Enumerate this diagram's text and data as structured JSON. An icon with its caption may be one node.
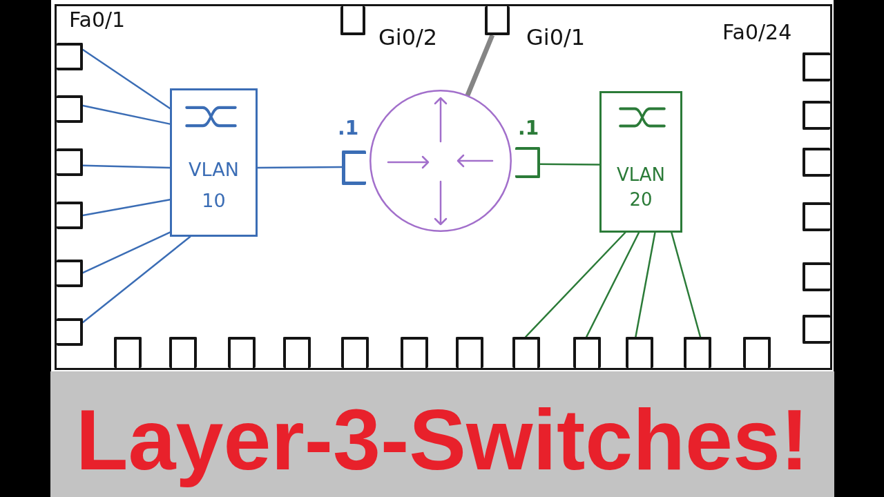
{
  "diagram": {
    "title": "Layer-3-Switches!",
    "nodes": [
      {
        "text": [],
        "shape": "box"
      },
      {
        "text": [],
        "shape": "box",
        "in": 0,
        "beside": [
          "Fa0/1"
        ]
      },
      {
        "text": [],
        "shape": "box",
        "in": 0
      },
      {
        "text": [],
        "shape": "box",
        "in": 0
      },
      {
        "text": [],
        "shape": "box",
        "in": 0
      },
      {
        "text": [],
        "shape": "box",
        "in": 0
      },
      {
        "text": [],
        "shape": "box",
        "in": 0
      },
      {
        "text": [],
        "shape": "box",
        "in": 0,
        "beside": [
          "Gi0/2"
        ]
      },
      {
        "text": [],
        "shape": "box",
        "in": 0,
        "beside": [
          "Gi0/1"
        ]
      },
      {
        "text": [],
        "shape": "box",
        "in": 0,
        "beside": [
          "Fa0/24"
        ]
      },
      {
        "text": [],
        "shape": "box",
        "in": 0
      },
      {
        "text": [],
        "shape": "box",
        "in": 0
      },
      {
        "text": [],
        "shape": "box",
        "in": 0
      },
      {
        "text": [],
        "shape": "box",
        "in": 0
      },
      {
        "text": [],
        "shape": "box",
        "in": 0
      },
      {
        "text": [],
        "shape": "box",
        "in": 0
      },
      {
        "text": [],
        "shape": "box",
        "in": 0
      },
      {
        "text": [],
        "shape": "box",
        "in": 0
      },
      {
        "text": [],
        "shape": "box",
        "in": 0
      },
      {
        "text": [],
        "shape": "box",
        "in": 0
      },
      {
        "text": [],
        "shape": "box",
        "in": 0
      },
      {
        "text": [],
        "shape": "box",
        "in": 0
      },
      {
        "text": [],
        "shape": "box",
        "in": 0
      },
      {
        "text": [],
        "shape": "box",
        "in": 0
      },
      {
        "text": [],
        "shape": "box",
        "in": 0
      },
      {
        "text": [],
        "shape": "box",
        "in": 0
      },
      {
        "text": [],
        "shape": "box",
        "in": 0
      },
      {
        "text": [
          "VLAN 10"
        ],
        "in": 0
      },
      {
        "text": [],
        "shape": "box",
        "in": 0,
        "beside": [
          ".1"
        ]
      },
      {
        "text": [],
        "shape": "circle",
        "in": 0
      },
      {
        "text": [],
        "shape": "box",
        "in": 0,
        "beside": [
          ".1"
        ]
      },
      {
        "text": [
          "VLAN 20"
        ],
        "in": 0
      }
    ],
    "edges": [
      {
        "from": 27,
        "to": 1,
        "arrow": "none"
      },
      {
        "from": 27,
        "to": 2,
        "arrow": "none"
      },
      {
        "from": 27,
        "to": 3,
        "arrow": "none"
      },
      {
        "from": 27,
        "to": 4,
        "arrow": "none"
      },
      {
        "from": 27,
        "to": 5,
        "arrow": "none"
      },
      {
        "from": 27,
        "to": 6,
        "arrow": "none"
      },
      {
        "from": 27,
        "to": 28,
        "arrow": "none"
      },
      {
        "from": 29,
        "to": 8,
        "arrow": "none",
        "style": "thick",
        "color": "#858585"
      },
      {
        "from": 31,
        "to": 30,
        "arrow": "none",
        "color": "#2b7b38"
      },
      {
        "from": 31,
        "to": 22,
        "arrow": "none",
        "color": "#2b7b38"
      },
      {
        "from": 31,
        "to": 23,
        "arrow": "none",
        "color": "#2b7b38"
      },
      {
        "from": 31,
        "to": 24,
        "arrow": "none",
        "color": "#2b7b38"
      },
      {
        "from": 31,
        "to": 25,
        "arrow": "none",
        "color": "#2b7b38"
      }
    ]
  }
}
